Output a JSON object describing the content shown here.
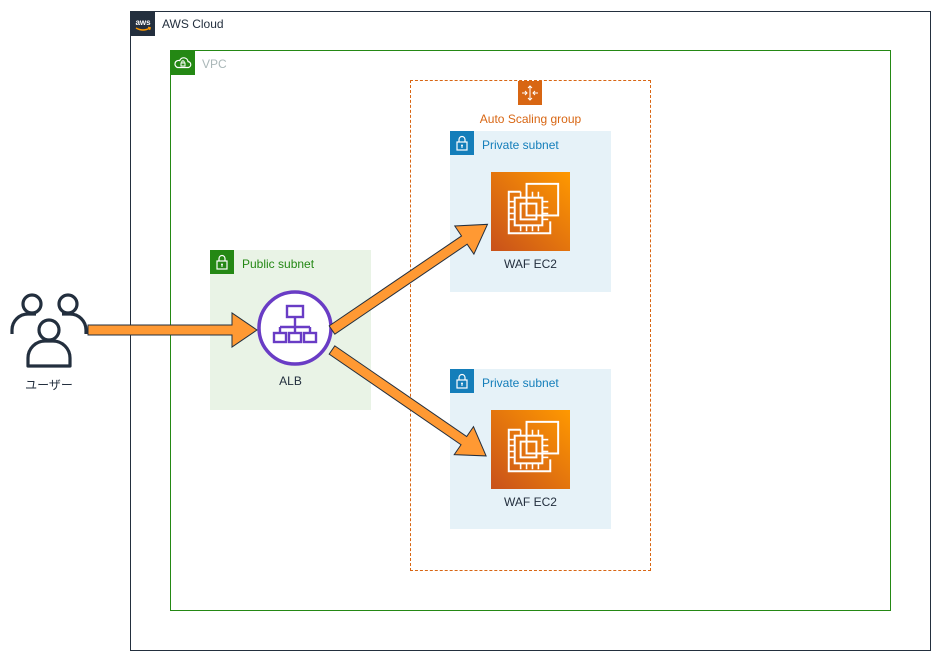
{
  "diagram": {
    "aws_cloud": {
      "label": "AWS Cloud",
      "icon": "aws-logo-icon",
      "color": "#232f3e"
    },
    "vpc": {
      "label": "VPC",
      "icon": "cloud-lock-icon",
      "color": "#248814",
      "label_color": "#aab7b8"
    },
    "auto_scaling_group": {
      "label": "Auto Scaling group",
      "icon": "auto-scaling-icon",
      "color": "#d86613"
    },
    "public_subnet": {
      "label": "Public subnet",
      "icon": "lock-icon",
      "color": "#248814",
      "fill": "#e9f3e6"
    },
    "private_subnets": [
      {
        "label": "Private subnet",
        "icon": "lock-icon",
        "color": "#147eba",
        "fill": "#e6f2f8"
      },
      {
        "label": "Private subnet",
        "icon": "lock-icon",
        "color": "#147eba",
        "fill": "#e6f2f8"
      }
    ],
    "users": {
      "label": "ユーザー",
      "icon": "users-icon"
    },
    "alb": {
      "label": "ALB",
      "icon": "load-balancer-icon",
      "color": "#693cc5"
    },
    "ec2_nodes": [
      {
        "label": "WAF EC2",
        "icon": "ec2-instance-icon",
        "color": "#ed7100"
      },
      {
        "label": "WAF EC2",
        "icon": "ec2-instance-icon",
        "color": "#ed7100"
      }
    ],
    "connectors": [
      {
        "from": "users",
        "to": "alb"
      },
      {
        "from": "alb",
        "to": "ec2_nodes.0"
      },
      {
        "from": "alb",
        "to": "ec2_nodes.1"
      }
    ],
    "arrow_color": "#ff9933"
  }
}
